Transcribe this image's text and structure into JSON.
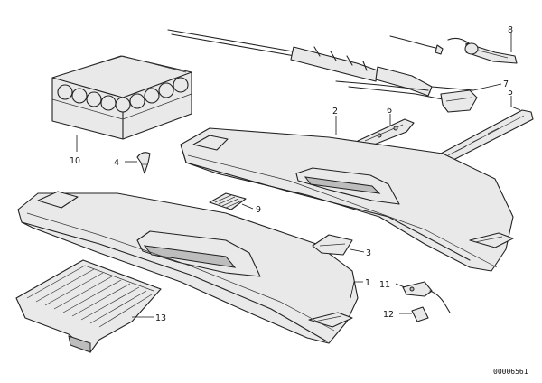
{
  "callouts": {
    "c1": "1",
    "c2": "2",
    "c3": "3",
    "c4": "4",
    "c5": "5",
    "c6": "6",
    "c7": "7",
    "c8": "8",
    "c9": "9",
    "c10": "10",
    "c11": "11",
    "c12": "12",
    "c13": "13"
  },
  "document_number": "00006561"
}
